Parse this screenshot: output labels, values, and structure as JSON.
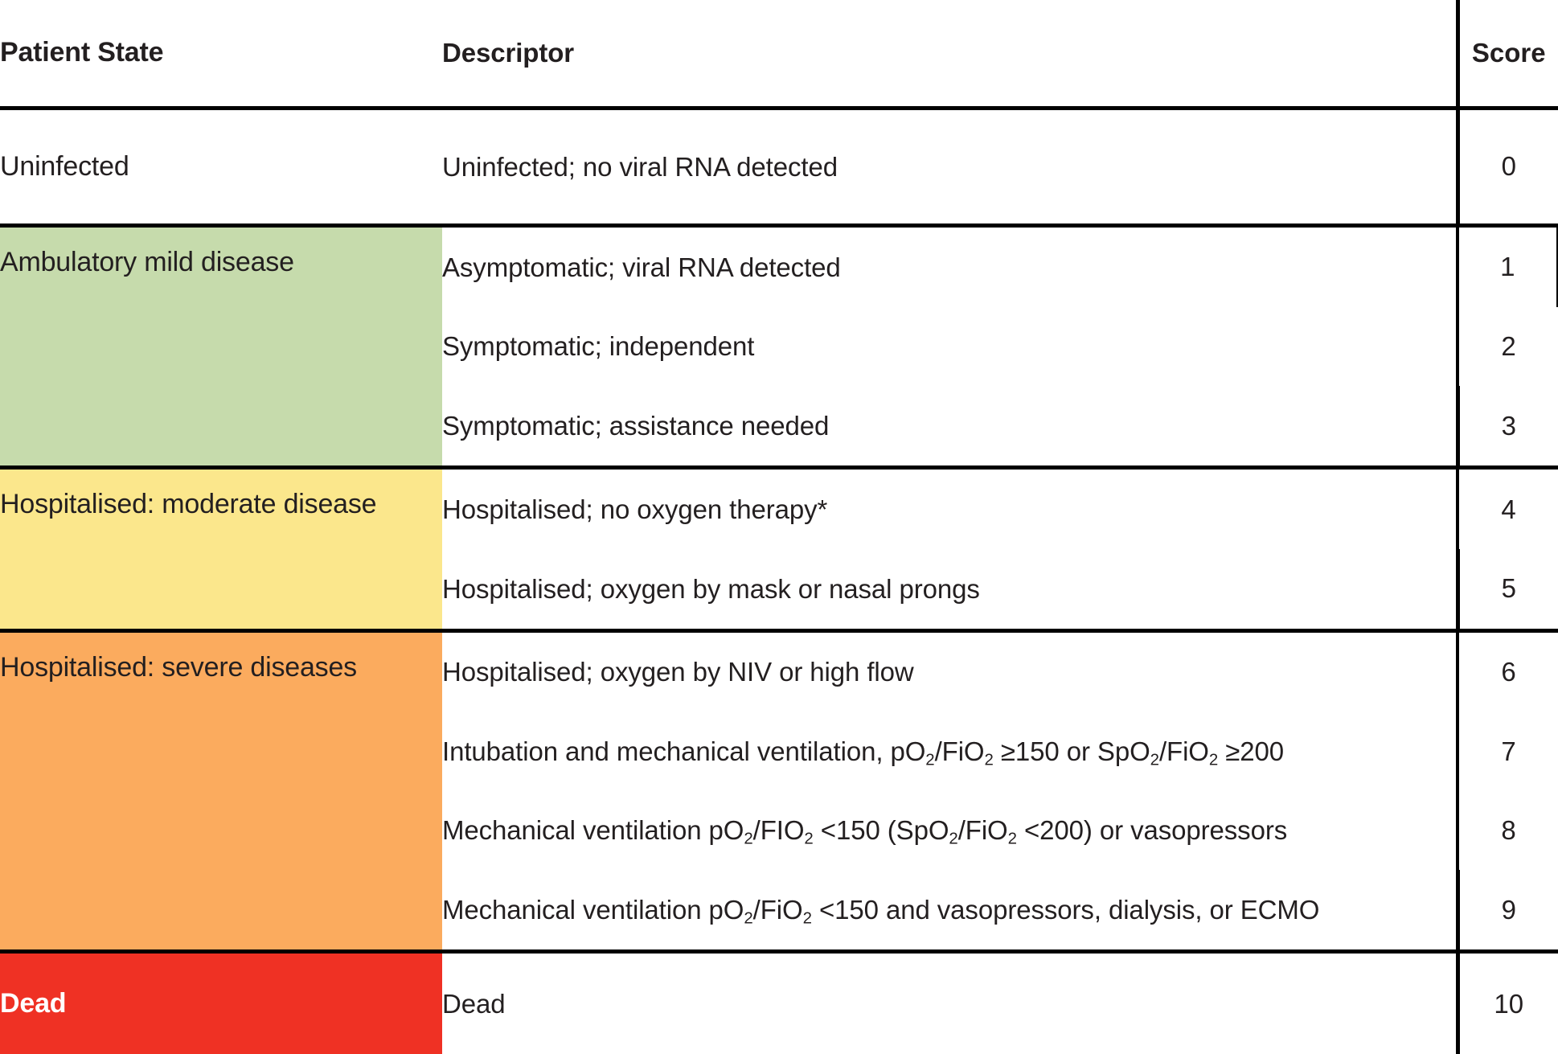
{
  "table": {
    "columns": [
      "Patient State",
      "Descriptor",
      "Score"
    ],
    "colors": {
      "uninfected": "#ffffff",
      "ambulatory": "#c6dbac",
      "moderate": "#fbe78c",
      "severe": "#fbab5e",
      "dead": "#ef3124",
      "border": "#000000",
      "text": "#231f20",
      "dead_text": "#ffffff"
    },
    "groups": [
      {
        "state": "Uninfected",
        "fill": "none",
        "rows": [
          {
            "descriptor_prefix": "Uninfected;  no viral RNA detected",
            "score": "0"
          }
        ]
      },
      {
        "state": "Ambulatory mild disease",
        "fill": "green",
        "rows": [
          {
            "descriptor_prefix": "Asymptomatic; viral RNA detected",
            "score": "1"
          },
          {
            "descriptor_prefix": "Symptomatic; independent",
            "score": "2"
          },
          {
            "descriptor_prefix": "Symptomatic; assistance needed",
            "score": "3"
          }
        ]
      },
      {
        "state": "Hospitalised: moderate disease",
        "fill": "yellow",
        "rows": [
          {
            "descriptor_prefix": "Hospitalised; no oxygen therapy*",
            "score": "4"
          },
          {
            "descriptor_prefix": "Hospitalised; oxygen by mask or nasal prongs",
            "score": "5"
          }
        ]
      },
      {
        "state": "Hospitalised: severe diseases",
        "fill": "orange",
        "rows": [
          {
            "descriptor_prefix": "Hospitalised; oxygen by NIV or high flow",
            "score": "6"
          },
          {
            "descriptor_prefix": "Intubation and mechanical ventilation, pO",
            "sub1": "2",
            "mid1": "/FiO",
            "sub2": "2",
            "mid2": " ≥150 or SpO",
            "sub3": "2",
            "mid3": "/FiO",
            "sub4": "2",
            "suffix": " ≥200",
            "score": "7"
          },
          {
            "descriptor_prefix": "Mechanical ventilation pO",
            "sub1": "2",
            "mid1": "/FIO",
            "sub2": "2",
            "mid2": " <150 (SpO",
            "sub3": "2",
            "mid3": "/FiO",
            "sub4": "2",
            "suffix": " <200) or vasopressors",
            "score": "8"
          },
          {
            "descriptor_prefix": "Mechanical ventilation pO",
            "sub1": "2",
            "mid1": "/FiO",
            "sub2": "2",
            "suffix": " <150 and vasopressors, dialysis, or ECMO",
            "score": "9"
          }
        ]
      },
      {
        "state": "Dead",
        "fill": "red",
        "rows": [
          {
            "descriptor_prefix": "Dead",
            "score": "10"
          }
        ]
      }
    ]
  }
}
